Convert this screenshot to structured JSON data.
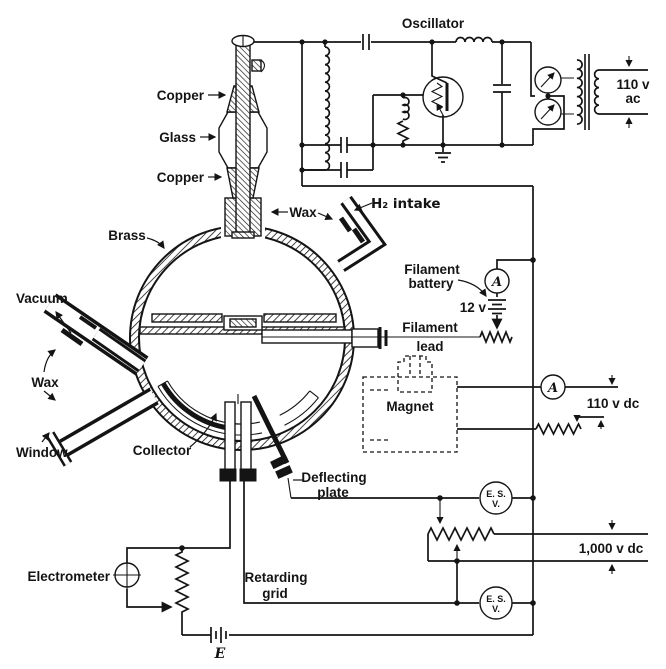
{
  "figure": {
    "description": "Cross-section diagram of a brass vacuum sphere apparatus with RF probe, collector, deflecting plate and external excitation/measurement circuits",
    "colors": {
      "ink": "#141414",
      "paper": "#ffffff"
    }
  },
  "labels": {
    "oscillator": "Oscillator",
    "copper_top": "Copper",
    "glass": "Glass",
    "copper_bottom": "Copper",
    "brass": "Brass",
    "wax_top": "Wax",
    "h2_intake": "H₂ intake",
    "vacuum": "Vacuum",
    "wax_left": "Wax",
    "window": "Window",
    "collector": "Collector",
    "deflecting_plate_line1": "Deflecting",
    "deflecting_plate_line2": "plate",
    "filament_battery_line1": "Filament",
    "filament_battery_line2": "battery",
    "filament_lead_line1": "Filament",
    "filament_lead_line2": "lead",
    "magnet": "Magnet",
    "retarding_grid_line1": "Retarding",
    "retarding_grid_line2": "grid",
    "electrometer": "Electrometer",
    "battery_emf": "E"
  },
  "values": {
    "ac_supply_line1": "110 v",
    "ac_supply_line2": "ac",
    "filament_voltage": "12 v",
    "magnet_supply": "110 v dc",
    "plate_supply": "1,000 v dc"
  },
  "meters": {
    "ammeter": "A",
    "esv_line1": "E. S.",
    "esv_line2": "V."
  }
}
